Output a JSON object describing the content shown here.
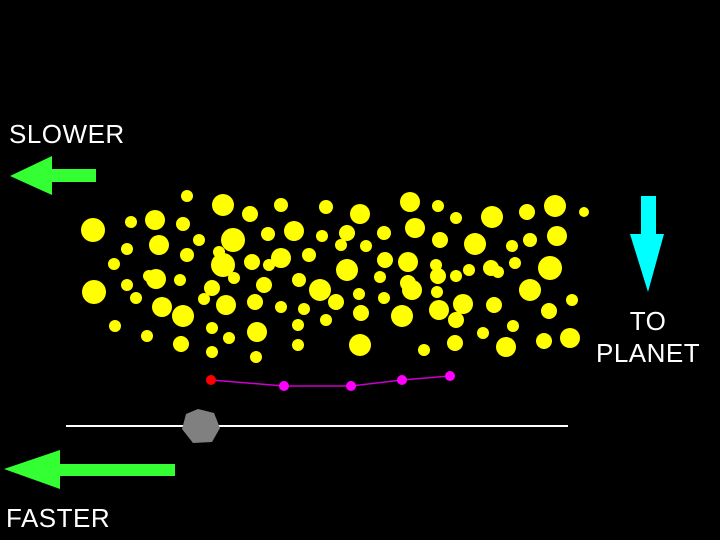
{
  "labels": {
    "slower": "SLOWER",
    "faster": "FASTER",
    "to_planet_line1": "TO",
    "to_planet_line2": "PLANET"
  },
  "colors": {
    "background": "#000000",
    "particles": "#ffff00",
    "arrow_horizontal": "#33ff33",
    "arrow_down": "#00ffff",
    "trail_line": "#cc00cc",
    "trail_points": "#ff00ff",
    "trail_start": "#ff0000",
    "body": "#808080",
    "orbit_line": "#ffffff"
  }
}
